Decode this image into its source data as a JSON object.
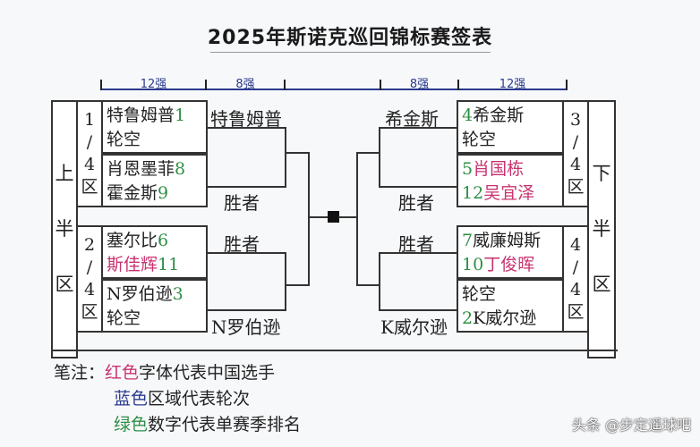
{
  "title": "2025年斯诺克巡回锦标赛签表",
  "rounds": {
    "left_12": "12强",
    "left_8": "8强",
    "right_8": "8强",
    "right_12": "12强"
  },
  "halves": {
    "top": [
      "上",
      "半",
      "区"
    ],
    "bottom": [
      "下",
      "半",
      "区"
    ]
  },
  "regions": {
    "q1": [
      "1",
      "/",
      "4",
      "区"
    ],
    "q2": [
      "2",
      "/",
      "4",
      "区"
    ],
    "q3": [
      "3",
      "/",
      "4",
      "区"
    ],
    "q4": [
      "4",
      "/",
      "4",
      "区"
    ]
  },
  "matches": {
    "q1a": {
      "p1_name": "特鲁姆普",
      "p1_seed": "1",
      "p2_name": "轮空",
      "p2_seed": ""
    },
    "q1b": {
      "p1_name": "肖恩墨菲",
      "p1_seed": "8",
      "p2_name": "霍金斯",
      "p2_seed": "9"
    },
    "q2a": {
      "p1_name": "塞尔比",
      "p1_seed": "6",
      "p2_name": "斯佳辉",
      "p2_seed": "11"
    },
    "q2b": {
      "p1_name": "N罗伯逊",
      "p1_seed": "3",
      "p2_name": "轮空",
      "p2_seed": ""
    },
    "q3a": {
      "p1_name": "希金斯",
      "p1_seed": "4",
      "p2_name": "轮空",
      "p2_seed": ""
    },
    "q3b": {
      "p1_name": "肖国栋",
      "p1_seed": "5",
      "p2_name": "吴宜泽",
      "p2_seed": "12"
    },
    "q4a": {
      "p1_name": "威廉姆斯",
      "p1_seed": "7",
      "p2_name": "丁俊晖",
      "p2_seed": "10"
    },
    "q4b": {
      "p1_name": "轮空",
      "p1_seed": "",
      "p2_name": "K威尔逊",
      "p2_seed": "2"
    }
  },
  "winners": {
    "q1a": "特鲁姆普",
    "q1b": "胜者",
    "q2a": "胜者",
    "q2b": "N罗伯逊",
    "q3a": "希金斯",
    "q3b": "胜者",
    "q4a": "胜者",
    "q4b": "K威尔逊"
  },
  "notes": {
    "label": "笔注：",
    "red_word": "红色",
    "red_text": "字体代表中国选手",
    "blue_word": "蓝色",
    "blue_text": "区域代表轮次",
    "green_word": "绿色",
    "green_text": "数字代表单赛季排名"
  },
  "colors": {
    "chinese_player": "#c8336f",
    "round_area": "#2a3a8c",
    "seed_number": "#2f8f45"
  },
  "watermark": "头条 @步定遥球吧"
}
